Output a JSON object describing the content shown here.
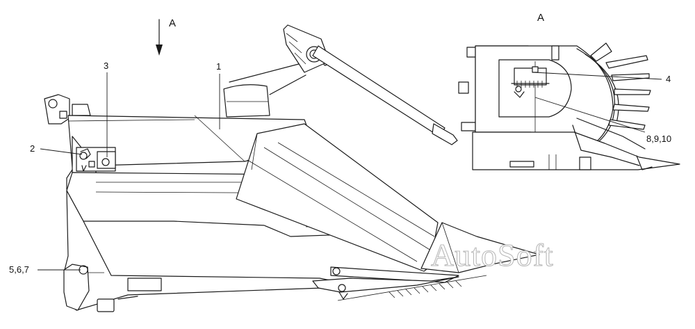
{
  "view_marker": "A",
  "inset_title": "A",
  "callouts": {
    "c1": "1",
    "c2": "2",
    "c3": "3",
    "c4": "4",
    "c567": "5,6,7",
    "c8910": "8,9,10"
  },
  "watermark": "AutoSoft"
}
